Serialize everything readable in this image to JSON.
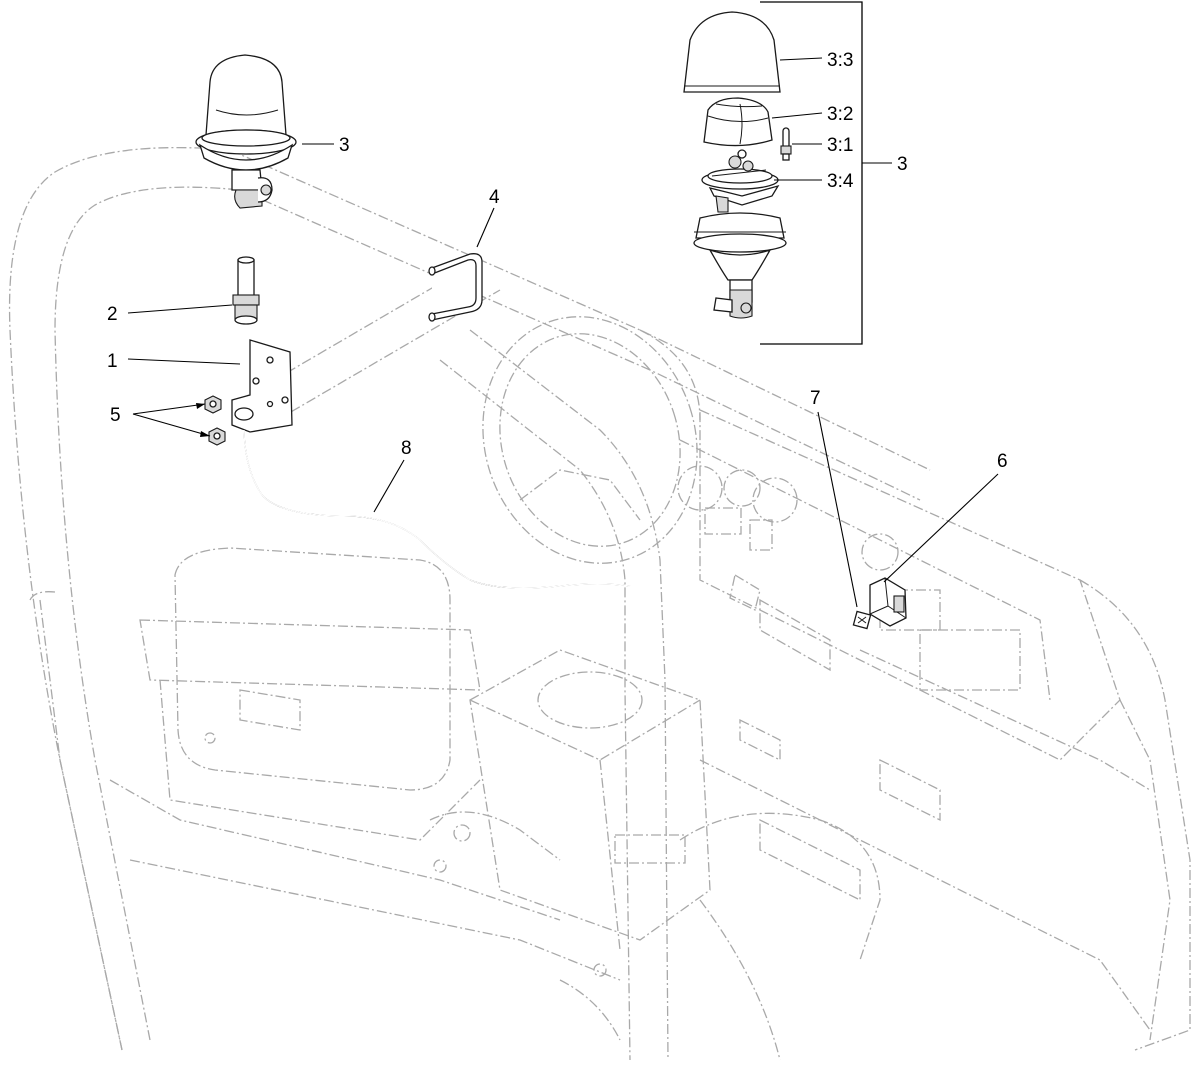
{
  "callouts": {
    "c1": "1",
    "c2": "2",
    "c3_lamp": "3",
    "c3_group": "3",
    "c4": "4",
    "c5": "5",
    "c6": "6",
    "c7": "7",
    "c8": "8",
    "c3_1": "3:1",
    "c3_2": "3:2",
    "c3_3": "3:3",
    "c3_4": "3:4"
  }
}
